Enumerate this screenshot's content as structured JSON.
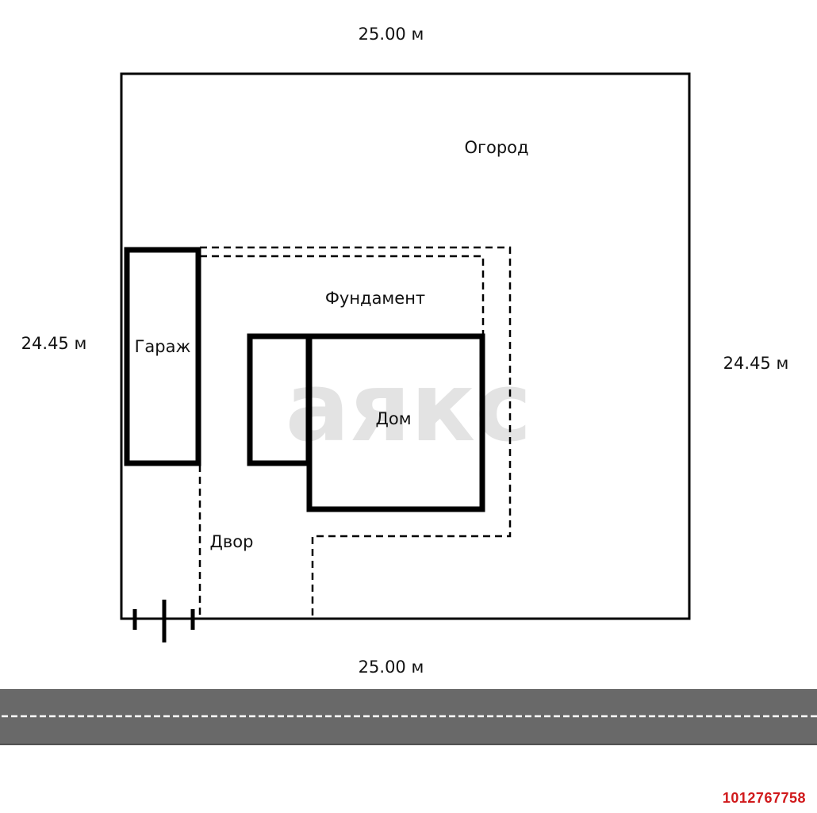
{
  "dimensions": {
    "top": "25.00 м",
    "bottom": "25.00 м",
    "left": "24.45 м",
    "right": "24.45 м"
  },
  "zones": {
    "garden": "Огород",
    "foundation": "Фундамент",
    "garage": "Гараж",
    "house": "Дом",
    "yard": "Двор"
  },
  "watermark": "аякс",
  "listing_id": "1012767758",
  "colors": {
    "line": "#000000",
    "road": "#696969",
    "road_marking": "#ffffff",
    "watermark": "#e3e3e3",
    "listing_id": "#d0191b"
  }
}
